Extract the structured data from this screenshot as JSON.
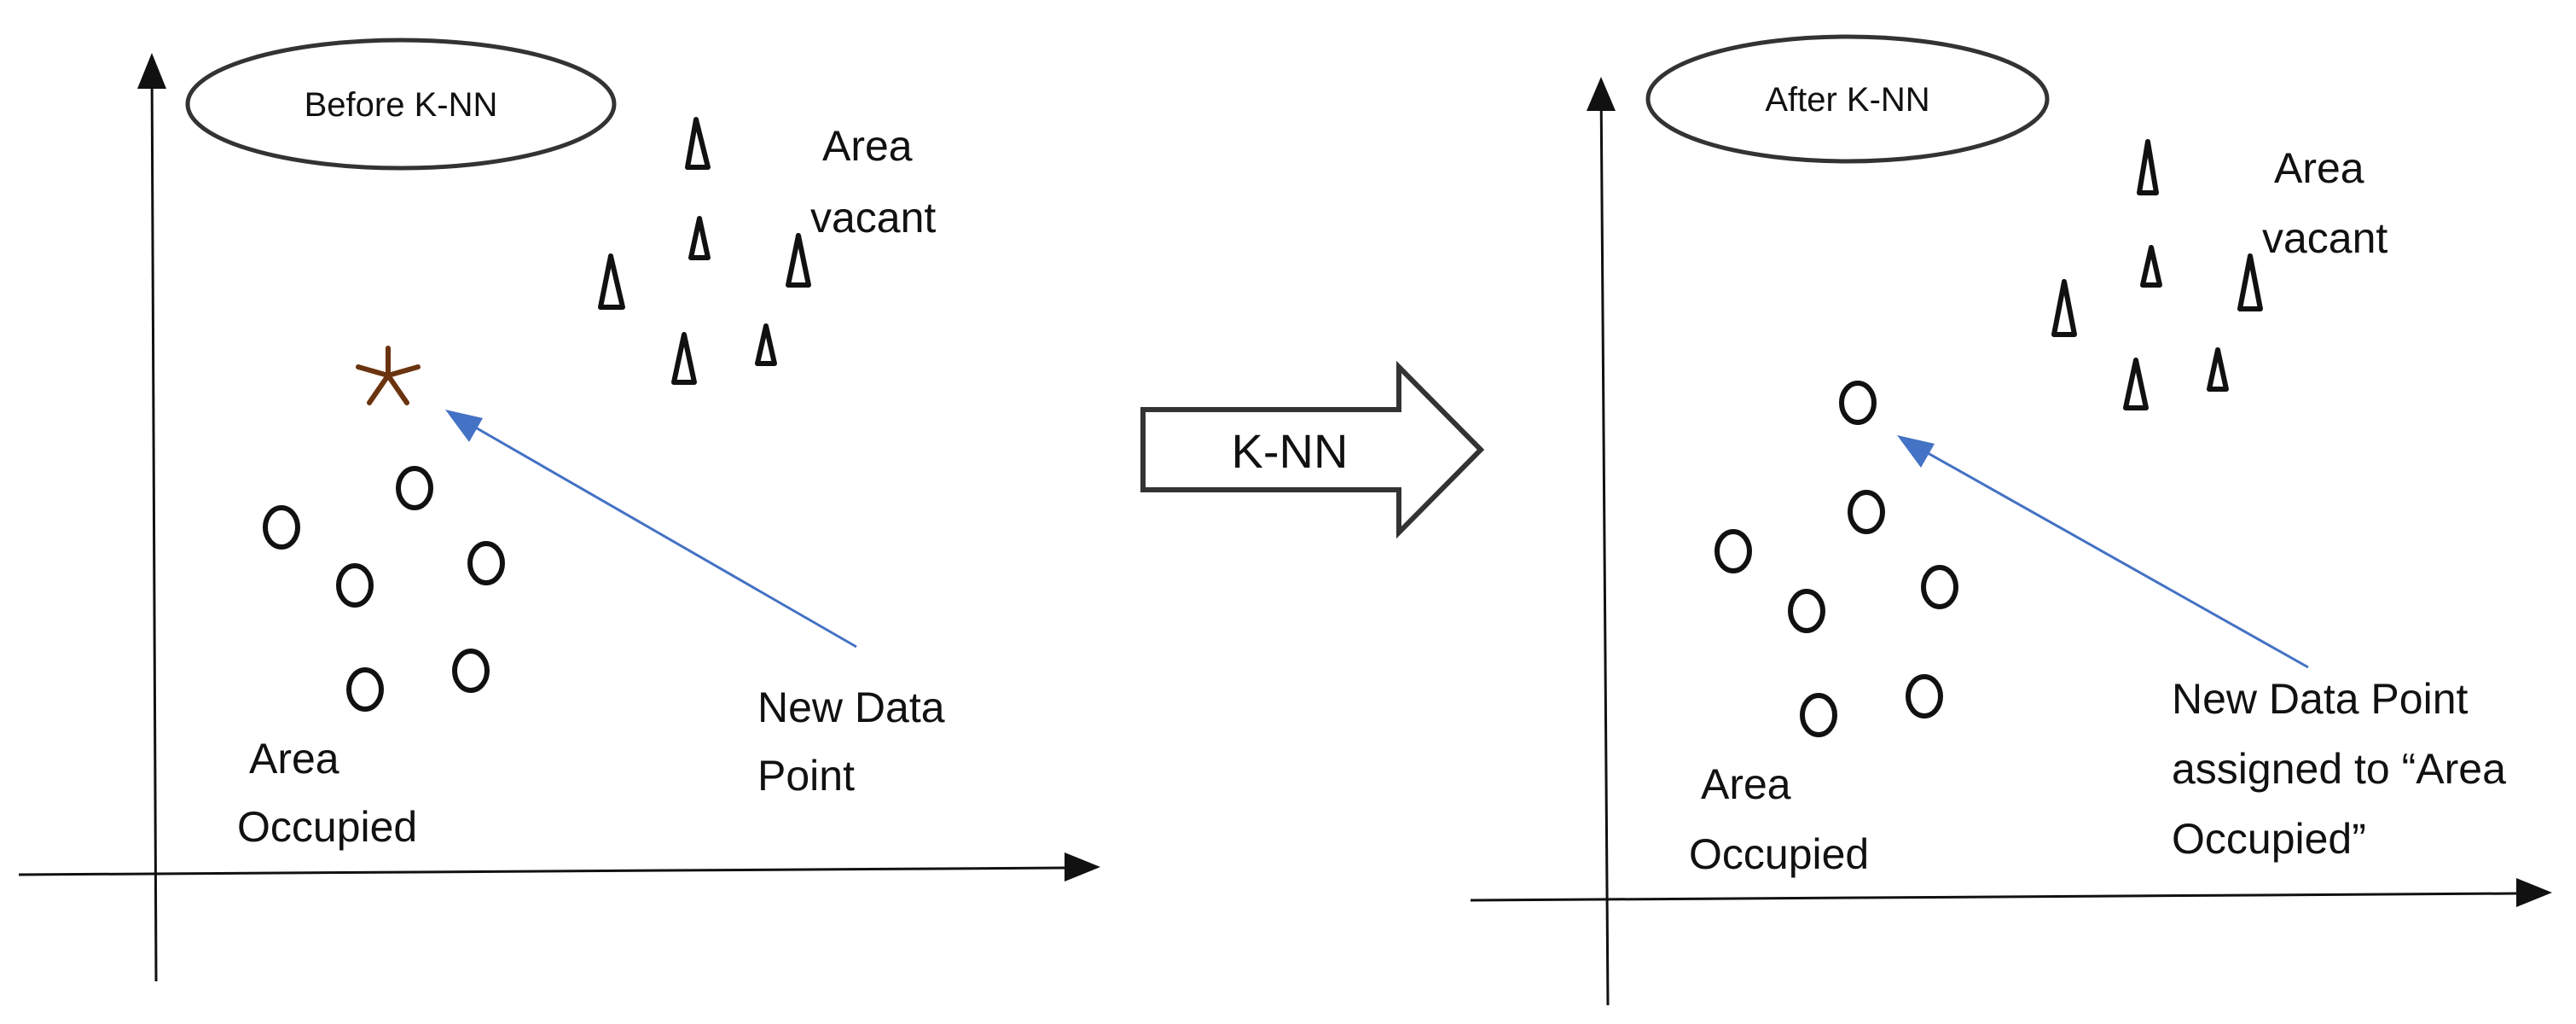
{
  "panels": {
    "before": {
      "oval_label": "Before K-NN",
      "vacant_label": [
        "Area",
        "vacant"
      ],
      "occupied_label": [
        "Area",
        "Occupied"
      ],
      "new_point_label": [
        "New Data",
        "Point"
      ]
    },
    "after": {
      "oval_label": "After K-NN",
      "vacant_label": [
        "Area",
        "vacant"
      ],
      "occupied_label": [
        "Area",
        "Occupied"
      ],
      "new_point_label": [
        "New Data Point",
        "assigned to “Area",
        "Occupied”"
      ]
    }
  },
  "transition_arrow": {
    "label": "K-NN"
  },
  "colors": {
    "axis": "#111111",
    "points": "#111111",
    "new_point_star": "#6b3410",
    "pointer_arrow": "#4472c4",
    "block_arrow_outline": "#333333"
  }
}
